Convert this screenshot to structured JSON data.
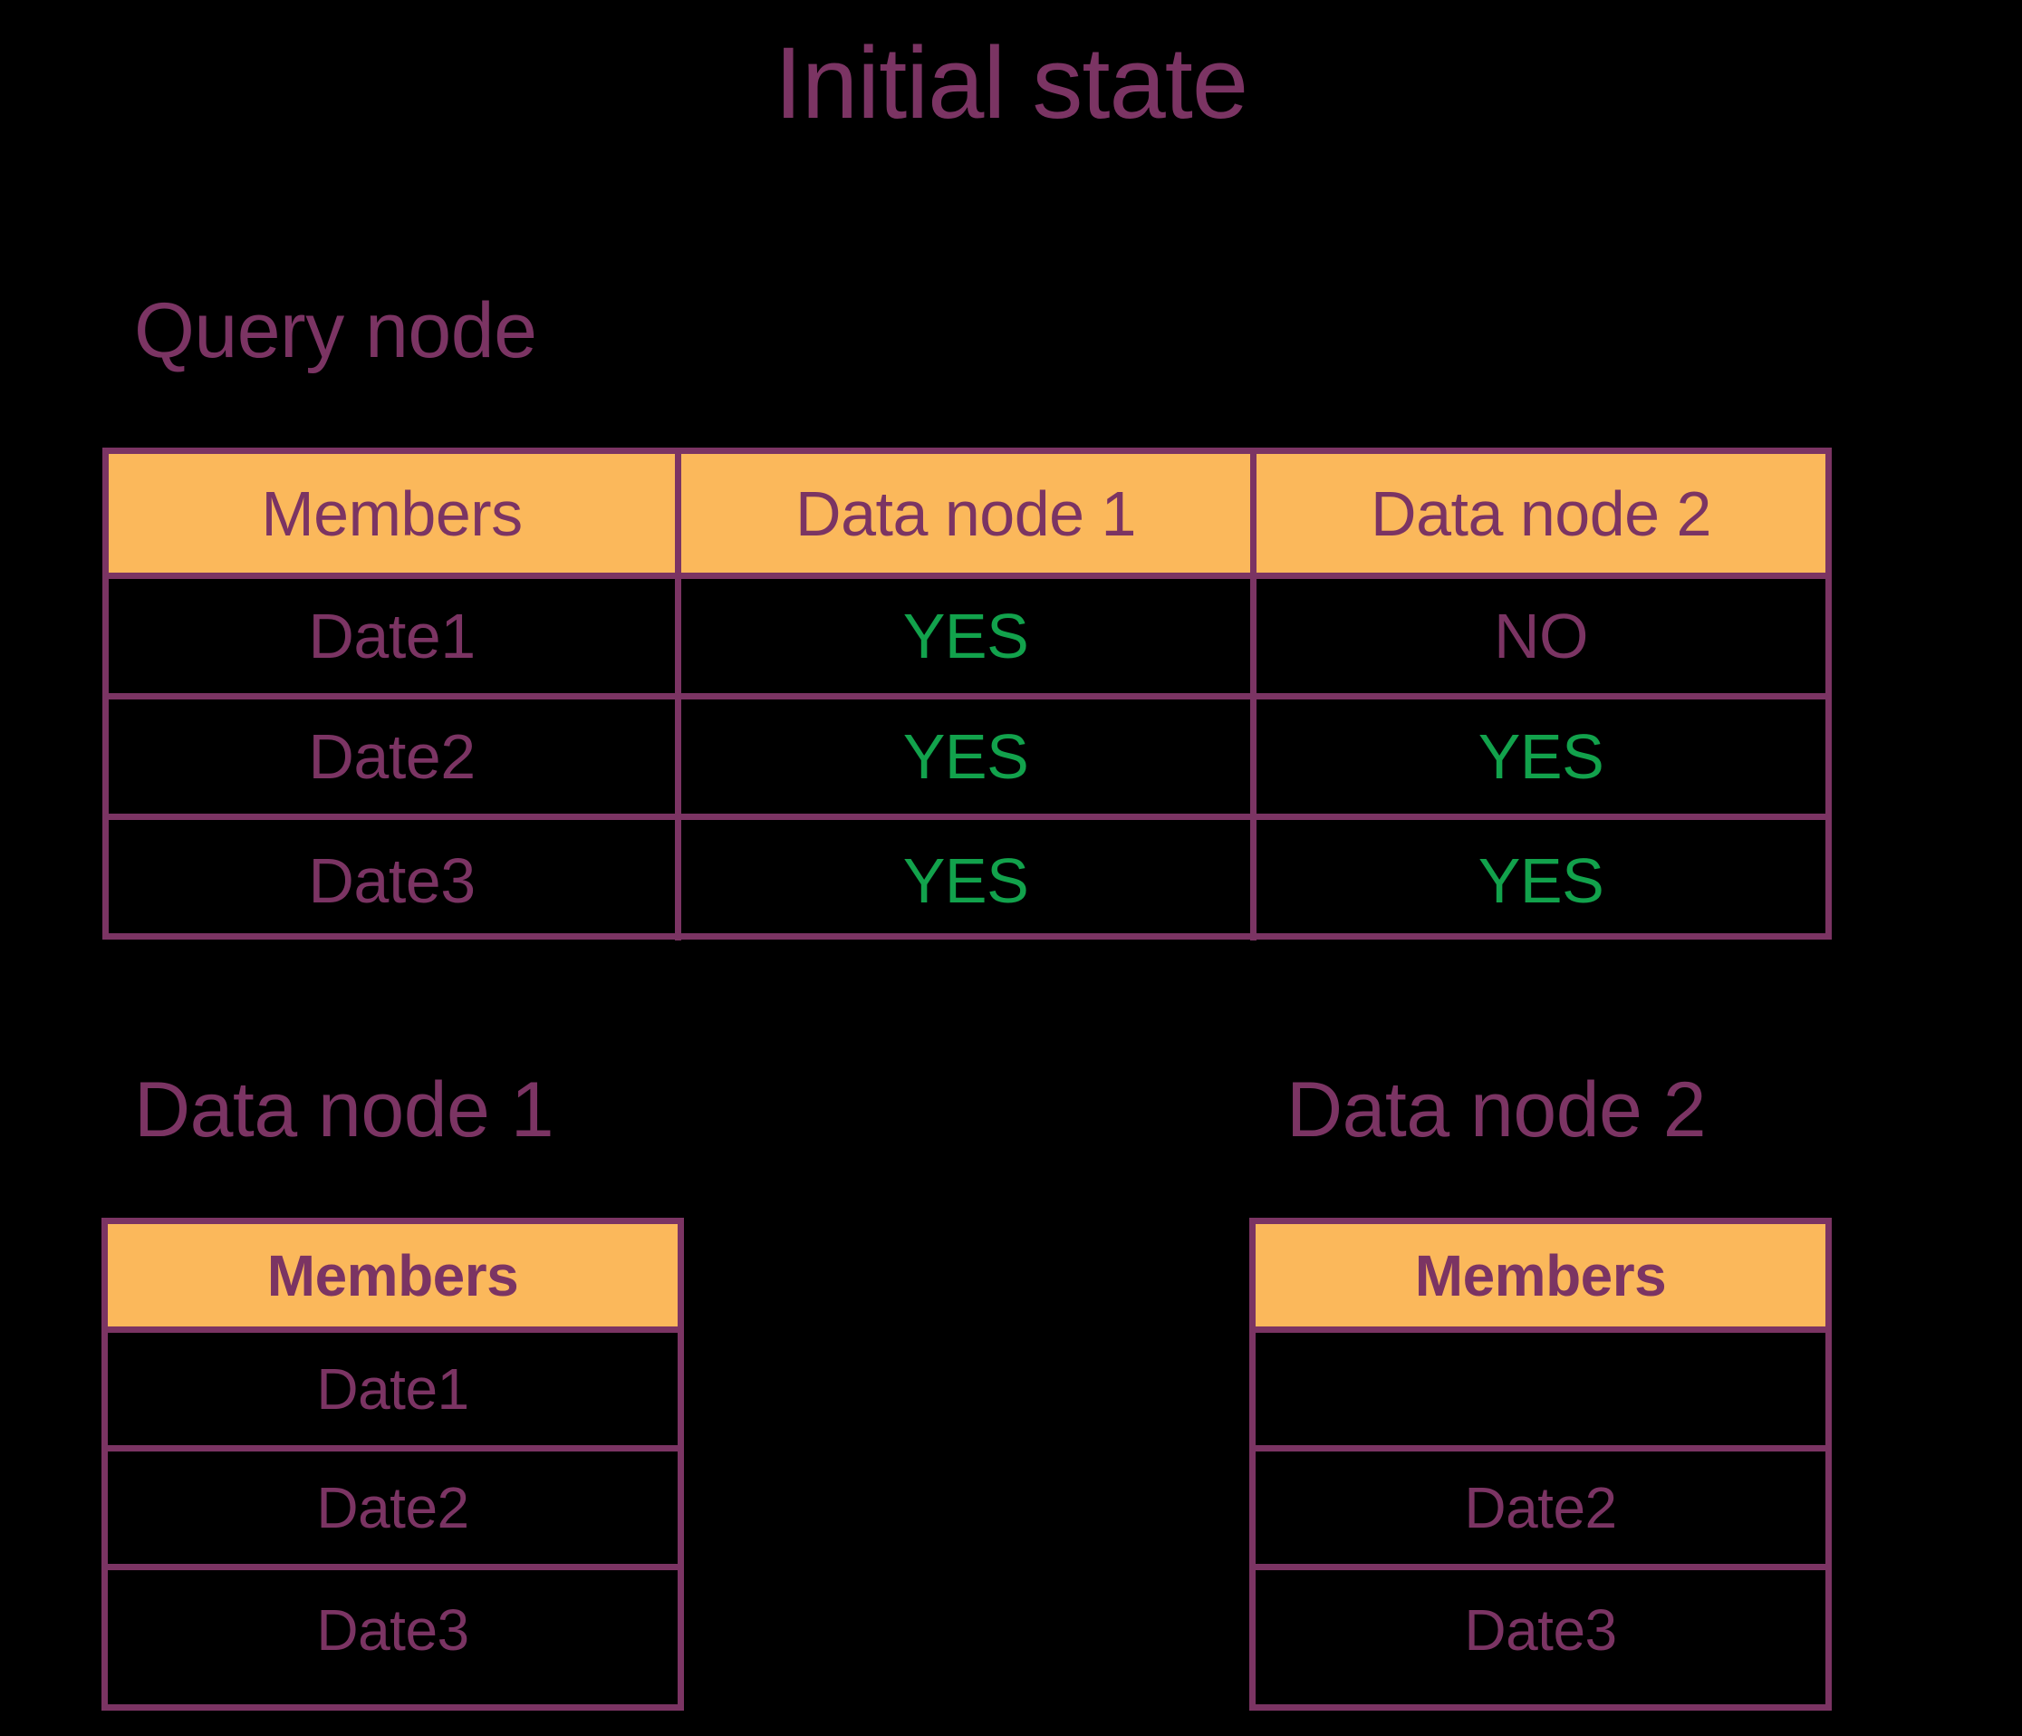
{
  "page": {
    "title": "Initial state",
    "background_color": "#000000",
    "accent_purple": "#7B3463",
    "header_orange": "#FBB85B",
    "yes_green": "#12A24C"
  },
  "query_node": {
    "heading": "Query node",
    "columns": [
      "Members",
      "Data node 1",
      "Data node 2"
    ],
    "rows": [
      {
        "member": "Date1",
        "node1": "YES",
        "node2": "NO"
      },
      {
        "member": "Date2",
        "node1": "YES",
        "node2": "YES"
      },
      {
        "member": "Date3",
        "node1": "YES",
        "node2": "YES"
      }
    ]
  },
  "data_node_1": {
    "heading": "Data node 1",
    "column": "Members",
    "rows": [
      "Date1",
      "Date2",
      "Date3"
    ]
  },
  "data_node_2": {
    "heading": "Data node 2",
    "column": "Members",
    "rows": [
      "",
      "Date2",
      "Date3"
    ]
  }
}
